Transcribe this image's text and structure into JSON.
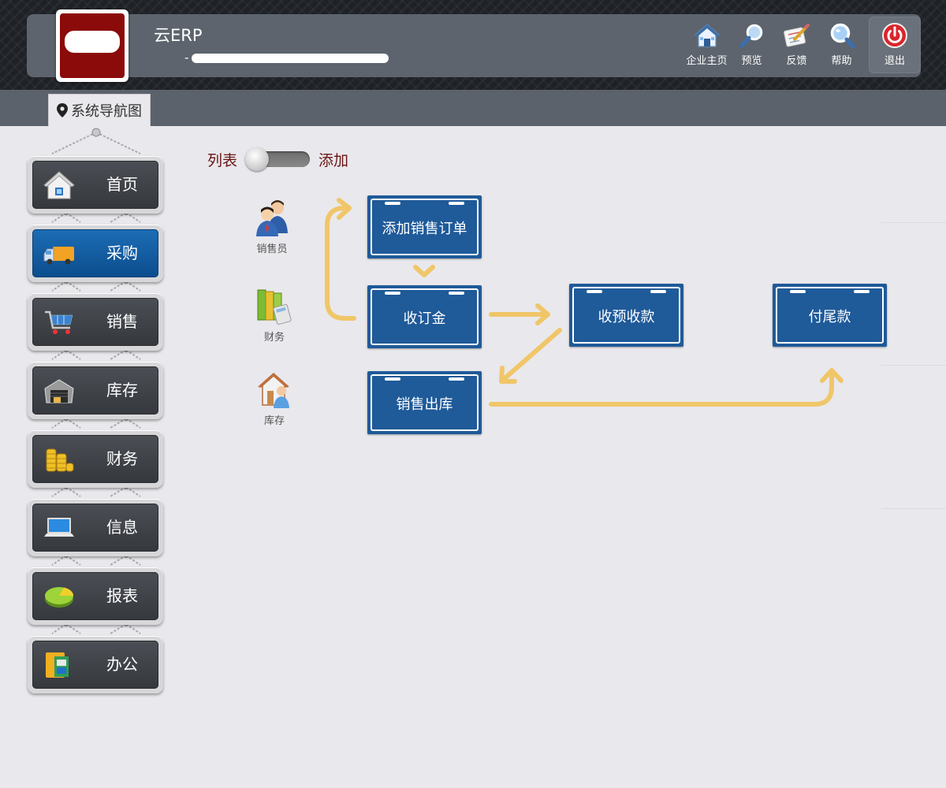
{
  "app": {
    "title": "云ERP",
    "subtitle_prefix": "-"
  },
  "top_nav": [
    {
      "label": "企业主页",
      "icon": "home-icon"
    },
    {
      "label": "预览",
      "icon": "magnifier-icon"
    },
    {
      "label": "反馈",
      "icon": "notepad-pencil-icon"
    },
    {
      "label": "帮助",
      "icon": "help-search-icon"
    },
    {
      "label": "退出",
      "icon": "power-icon"
    }
  ],
  "breadcrumb": {
    "label": "系统导航图",
    "icon": "map-pin-icon"
  },
  "side_menu": [
    {
      "label": "首页",
      "icon": "house-icon",
      "active": false
    },
    {
      "label": "采购",
      "icon": "truck-icon",
      "active": true
    },
    {
      "label": "销售",
      "icon": "shopping-cart-icon",
      "active": false
    },
    {
      "label": "库存",
      "icon": "warehouse-icon",
      "active": false
    },
    {
      "label": "财务",
      "icon": "coins-icon",
      "active": false
    },
    {
      "label": "信息",
      "icon": "laptop-icon",
      "active": false
    },
    {
      "label": "报表",
      "icon": "pie-chart-icon",
      "active": false
    },
    {
      "label": "办公",
      "icon": "folder-icon",
      "active": false
    }
  ],
  "view_toggle": {
    "left_label": "列表",
    "right_label": "添加",
    "state": "列表"
  },
  "roles": [
    {
      "label": "销售员",
      "icon": "salesperson-icon"
    },
    {
      "label": "财务",
      "icon": "finance-binders-icon"
    },
    {
      "label": "库存",
      "icon": "warehouse-keeper-icon"
    }
  ],
  "steps": {
    "add_order": "添加销售订单",
    "deposit": "收订金",
    "prepayment": "收预收款",
    "final_payment": "付尾款",
    "outbound": "销售出库"
  },
  "colors": {
    "step_blue": "#1f5a99",
    "arrow_gold": "#f0c668",
    "active_menu": "#0b4d8d",
    "toggle_text": "#6a1414"
  }
}
